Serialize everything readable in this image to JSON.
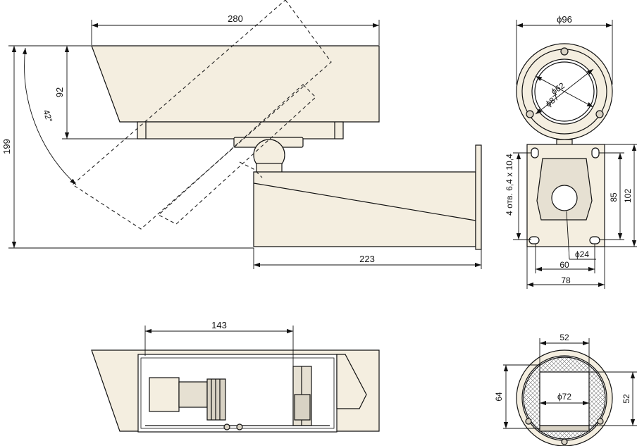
{
  "colors": {
    "line": "#111111",
    "fill": "#f4eee0",
    "fill_dark": "#d8d2c4",
    "dashed": "#222222"
  },
  "dims": {
    "overall_length": "280",
    "housing_height": "92",
    "total_height": "199",
    "tilt_angle": "42°",
    "bracket_length": "223",
    "outer_diameter": "ϕ96",
    "lens_window_d1": "ϕ62",
    "lens_window_d2": "ϕ87",
    "mount_holes": "4 отв. 6,4 x 10,4",
    "hole_spacing_v": "85",
    "plate_height": "102",
    "pipe_diameter": "ϕ24",
    "hole_spacing_h": "60",
    "plate_width": "78",
    "internal_length": "143",
    "inner_width": "52",
    "inner_height": "64",
    "inner_diameter": "ϕ72",
    "inner_height_right": "52"
  }
}
